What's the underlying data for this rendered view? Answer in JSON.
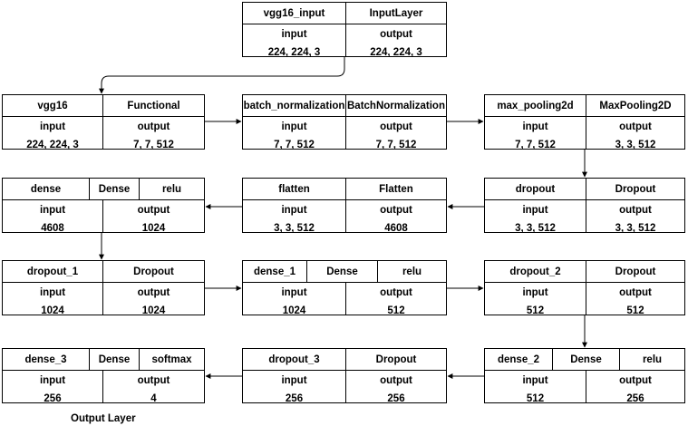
{
  "nodes": [
    {
      "id": "vgg16-input",
      "header": [
        "vgg16_input",
        "InputLayer"
      ],
      "input": "224, 224, 3",
      "output": "224, 224, 3"
    },
    {
      "id": "vgg16",
      "header": [
        "vgg16",
        "Functional"
      ],
      "input": "224, 224, 3",
      "output": "7, 7, 512"
    },
    {
      "id": "batch-normalization",
      "header": [
        "batch_normalization",
        "BatchNormalization"
      ],
      "input": "7, 7, 512",
      "output": "7, 7, 512"
    },
    {
      "id": "max-pooling2d",
      "header": [
        "max_pooling2d",
        "MaxPooling2D"
      ],
      "input": "7, 7, 512",
      "output": "3, 3, 512"
    },
    {
      "id": "dense",
      "header": [
        "dense",
        "Dense",
        "relu"
      ],
      "input": "4608",
      "output": "1024"
    },
    {
      "id": "flatten",
      "header": [
        "flatten",
        "Flatten"
      ],
      "input": "3, 3, 512",
      "output": "4608"
    },
    {
      "id": "dropout",
      "header": [
        "dropout",
        "Dropout"
      ],
      "input": "3, 3, 512",
      "output": "3, 3, 512"
    },
    {
      "id": "dropout-1",
      "header": [
        "dropout_1",
        "Dropout"
      ],
      "input": "1024",
      "output": "1024"
    },
    {
      "id": "dense-1",
      "header": [
        "dense_1",
        "Dense",
        "relu"
      ],
      "input": "1024",
      "output": "512"
    },
    {
      "id": "dropout-2",
      "header": [
        "dropout_2",
        "Dropout"
      ],
      "input": "512",
      "output": "512"
    },
    {
      "id": "dense-3",
      "header": [
        "dense_3",
        "Dense",
        "softmax"
      ],
      "input": "256",
      "output": "4"
    },
    {
      "id": "dropout-3",
      "header": [
        "dropout_3",
        "Dropout"
      ],
      "input": "256",
      "output": "256"
    },
    {
      "id": "dense-2",
      "header": [
        "dense_2",
        "Dense",
        "relu"
      ],
      "input": "512",
      "output": "256"
    }
  ],
  "labels": {
    "input": "input",
    "output": "output"
  },
  "caption": "Output Layer",
  "colors": {
    "line": "#000000",
    "background": "#ffffff"
  }
}
